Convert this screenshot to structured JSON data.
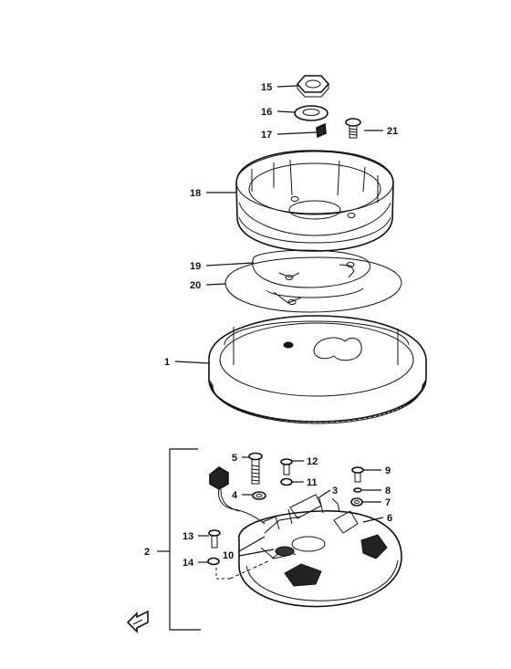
{
  "labels": {
    "p1": "1",
    "p2": "2",
    "p3": "3",
    "p4": "4",
    "p5": "5",
    "p6": "6",
    "p7": "7",
    "p8": "8",
    "p9": "9",
    "p10": "10",
    "p11": "11",
    "p12": "12",
    "p13": "13",
    "p14": "14",
    "p15": "15",
    "p16": "16",
    "p17": "17",
    "p18": "18",
    "p19": "19",
    "p20": "20",
    "p21": "21"
  },
  "colors": {
    "ink": "#111111",
    "paper": "#ffffff"
  },
  "icons": {
    "front_arrow": "front-arrow-icon"
  }
}
